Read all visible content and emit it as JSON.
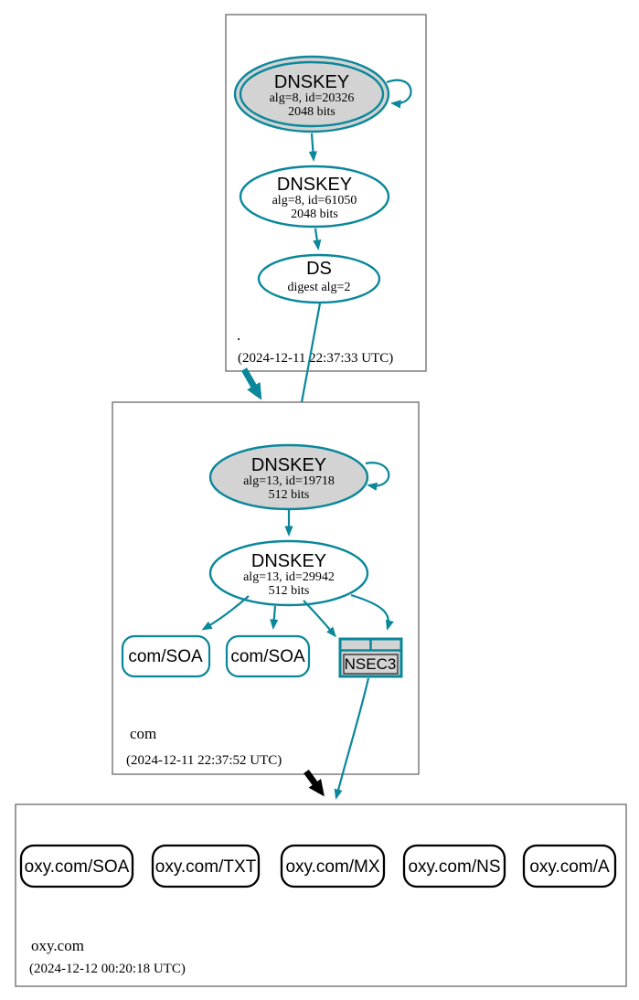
{
  "colors": {
    "secure_teal": "#0a879a",
    "insecure_black": "#000000",
    "ksk_fill_gray": "#d3d3d3",
    "zone_border_gray": "#737373"
  },
  "zones": [
    {
      "name": ".",
      "timestamp": "(2024-12-11 22:37:33 UTC)",
      "nodes": {
        "ksk": {
          "title": "DNSKEY",
          "line2": "alg=8, id=20326",
          "line3": "2048 bits"
        },
        "zsk": {
          "title": "DNSKEY",
          "line2": "alg=8, id=61050",
          "line3": "2048 bits"
        },
        "ds": {
          "title": "DS",
          "line2": "digest alg=2"
        }
      }
    },
    {
      "name": "com",
      "timestamp": "(2024-12-11 22:37:52 UTC)",
      "nodes": {
        "ksk": {
          "title": "DNSKEY",
          "line2": "alg=13, id=19718",
          "line3": "512 bits"
        },
        "zsk": {
          "title": "DNSKEY",
          "line2": "alg=13, id=29942",
          "line3": "512 bits"
        },
        "soa1": {
          "label": "com/SOA"
        },
        "soa2": {
          "label": "com/SOA"
        },
        "nsec3": {
          "label": "NSEC3"
        }
      }
    },
    {
      "name": "oxy.com",
      "timestamp": "(2024-12-12 00:20:18 UTC)",
      "nodes": {
        "soa": {
          "label": "oxy.com/SOA"
        },
        "txt": {
          "label": "oxy.com/TXT"
        },
        "mx": {
          "label": "oxy.com/MX"
        },
        "ns": {
          "label": "oxy.com/NS"
        },
        "a": {
          "label": "oxy.com/A"
        }
      }
    }
  ]
}
